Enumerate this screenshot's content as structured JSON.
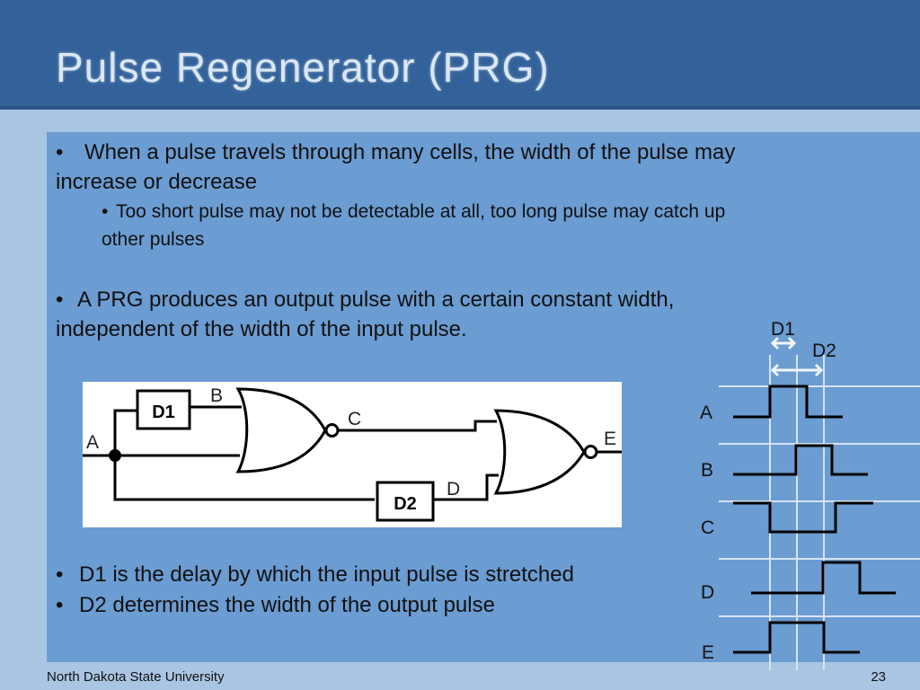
{
  "slide": {
    "title": "Pulse Regenerator (PRG)",
    "bullets": [
      {
        "symbol": "•",
        "lines": [
          "When a pulse travels through many cells, the width of the pulse may",
          "increase or decrease"
        ]
      },
      {
        "symbol": "•",
        "lines": [
          "Too short pulse may not be detectable at all, too long pulse may catch up",
          "other pulses"
        ]
      },
      {
        "symbol": "•",
        "lines": [
          "A PRG  produces an output  pulse with a certain constant width,",
          "independent of  the width of the input pulse."
        ]
      },
      {
        "symbol": "•",
        "lines": [
          "D1 is the delay by which the input pulse is stretched"
        ]
      },
      {
        "symbol": "•",
        "lines": [
          "D2 determines the width of the output pulse"
        ]
      }
    ],
    "footer": {
      "institution": "North Dakota State University",
      "page_number": "23"
    }
  },
  "circuit": {
    "delay_blocks": [
      "D1",
      "D2"
    ],
    "node_labels": [
      "A",
      "B",
      "C",
      "D",
      "E"
    ]
  },
  "timing": {
    "interval_labels": [
      "D1",
      "D2"
    ],
    "signal_labels": [
      "A",
      "B",
      "C",
      "D",
      "E"
    ]
  },
  "colors": {
    "header": "#336199",
    "background": "#a9c5e3",
    "content_panel": "#6b9cd2",
    "title_text": "#dbe7f4",
    "gridline": "#d6e4f2"
  }
}
